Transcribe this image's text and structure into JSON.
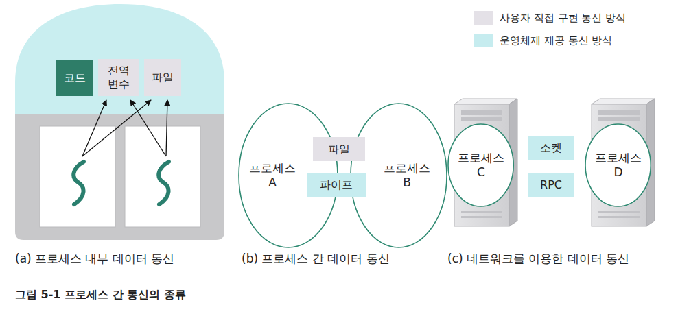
{
  "diagram": {
    "caption": "그림 5-1 프로세스 간 통신의 종류",
    "nodes": [
      {
        "text": [
          "코드"
        ]
      },
      {
        "text": [
          "전역 변수"
        ]
      },
      {
        "text": [
          "파일"
        ]
      },
      {
        "text": [
          "프로세스 A"
        ]
      },
      {
        "text": [
          "파일"
        ]
      },
      {
        "text": [
          "파이프"
        ]
      },
      {
        "text": [
          "프로세스 B"
        ]
      },
      {
        "text": [
          "프로세스 C"
        ]
      },
      {
        "text": [
          "소켓"
        ]
      },
      {
        "text": [
          "RPC"
        ]
      },
      {
        "text": [
          "프로세스 D"
        ]
      }
    ],
    "labels": [
      "(a) 프로세스 내부 데이터 통신",
      "(b) 프로세스 간 데이터 통신",
      "(c) 네트워크를 이용한 데이터 통신"
    ],
    "legend": [
      {
        "text": "사용자 직접 구현 통신 방식",
        "color": "#e4e1e7"
      },
      {
        "text": "운영체제 제공 통신 방식",
        "color": "#c6ecef"
      }
    ]
  }
}
